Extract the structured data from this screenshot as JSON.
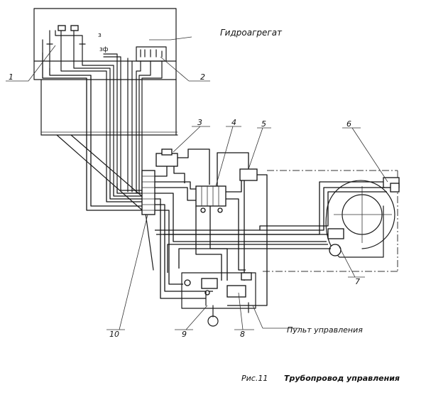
{
  "figure": {
    "caption_prefix": "Рис.11",
    "caption_title": "Трубопровод управления"
  },
  "labels": {
    "hydro_unit": "Гидроагрегат",
    "control_panel": "Пульт управления"
  },
  "callouts": [
    "1",
    "2",
    "3",
    "4",
    "5",
    "6",
    "7",
    "8",
    "9",
    "10"
  ]
}
